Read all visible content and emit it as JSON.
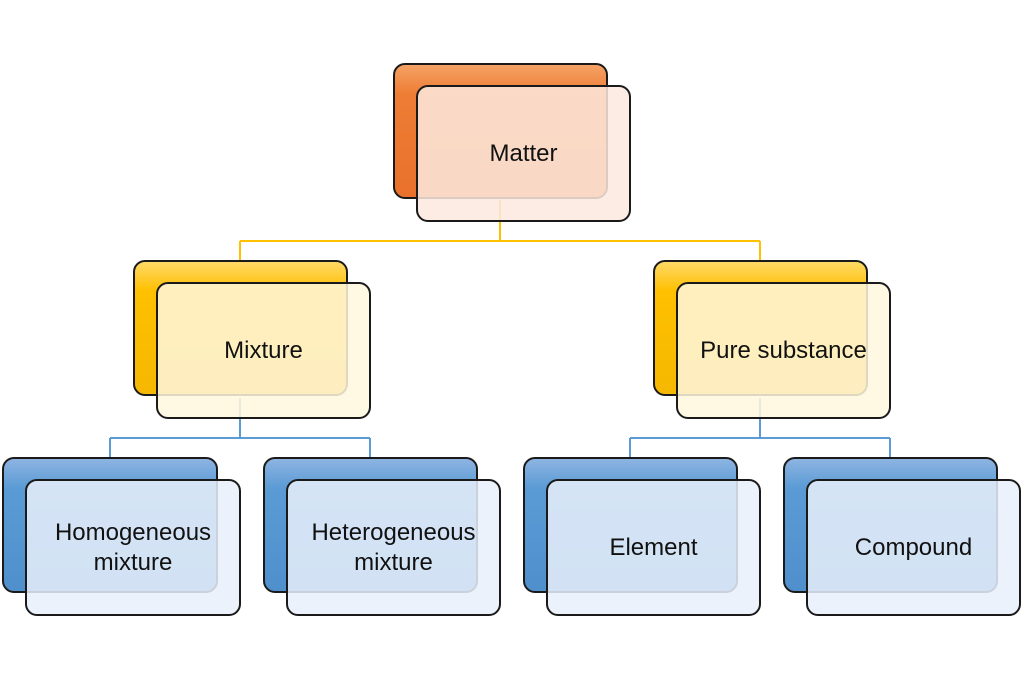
{
  "colors": {
    "root_connector": "#ffc000",
    "branch_connector": "#5b9bd5"
  },
  "nodes": {
    "matter": "Matter",
    "mixture": "Mixture",
    "pure_substance": "Pure substance",
    "homogeneous_mixture": "Homogeneous\nmixture",
    "heterogeneous_mixture": "Heterogeneous\nmixture",
    "element": "Element",
    "compound": "Compound"
  }
}
